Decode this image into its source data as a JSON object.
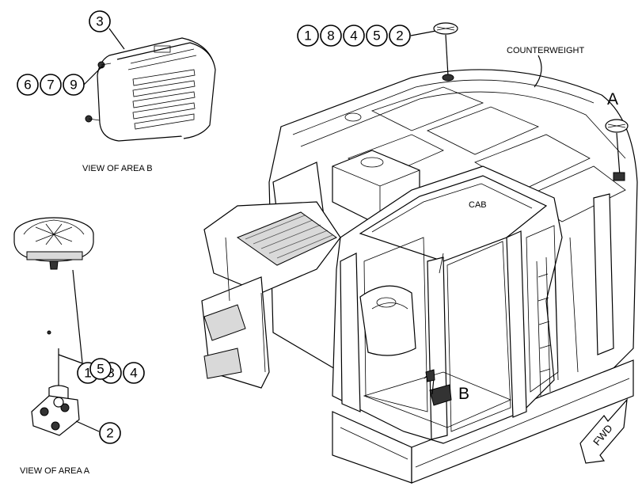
{
  "labels": {
    "counterweight": "COUNTERWEIGHT",
    "cab": "CAB",
    "area_a_marker": "A",
    "area_b_marker": "B",
    "view_area_b": "VIEW OF AREA B",
    "view_area_a": "VIEW OF AREA  A",
    "fwd": "FWD"
  },
  "callouts": {
    "top_row": [
      "1",
      "8",
      "4",
      "5",
      "2"
    ],
    "area_b_item": "3",
    "area_b_row": [
      "6",
      "7",
      "9"
    ],
    "area_a_row": [
      "1",
      "8",
      "4"
    ],
    "area_a_cable": "5",
    "area_a_base": "2"
  }
}
